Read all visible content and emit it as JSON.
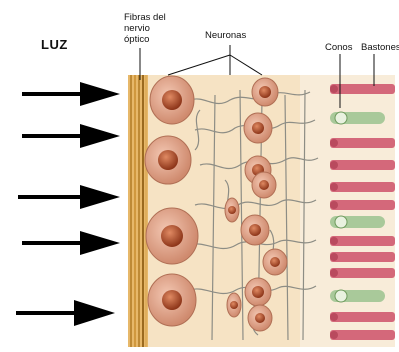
{
  "labels": {
    "light": "LUZ",
    "nerve_fibers": [
      "Fibras del",
      "nervio",
      "óptico"
    ],
    "neurons": "Neuronas",
    "cones": "Conos",
    "rods": "Bastones"
  },
  "colors": {
    "tissue": "#f6e3c4",
    "fiber": "#c9892e",
    "neuron_body": "#d99a7e",
    "nucleus": "#a8462a",
    "rod": "#d4687a",
    "cone": "#a9c99a",
    "arrow": "#000000"
  }
}
